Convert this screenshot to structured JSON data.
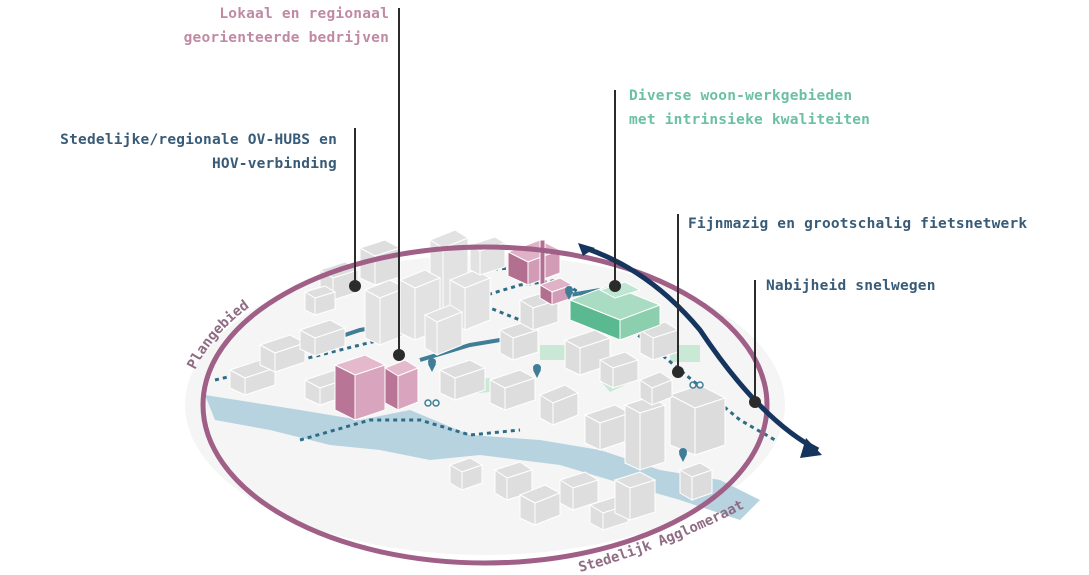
{
  "labels": {
    "companies": [
      "Lokaal en regionaal",
      "georienteerde bedrijven"
    ],
    "ov_hubs": [
      "Stedelijke/regionale OV-HUBS en",
      "HOV-verbinding"
    ],
    "living_working": [
      "Diverse woon-werkgebieden",
      "met intrinsieke kwaliteiten"
    ],
    "bike_network": "Fijnmazig en grootschalig fietsnetwerk",
    "highways": "Nabijheid snelwegen"
  },
  "arc_labels": {
    "plan_area": "Plangebied",
    "urban_agglomeration": "Stedelijk Agglomeraat"
  },
  "colors": {
    "pink": "#c08aa4",
    "green": "#6cc0a3",
    "blue_text": "#385b78",
    "navy_arrow": "#15355e",
    "ring": "#a05f86",
    "water": "#b7d3e0",
    "building": "#dcdcdc"
  }
}
